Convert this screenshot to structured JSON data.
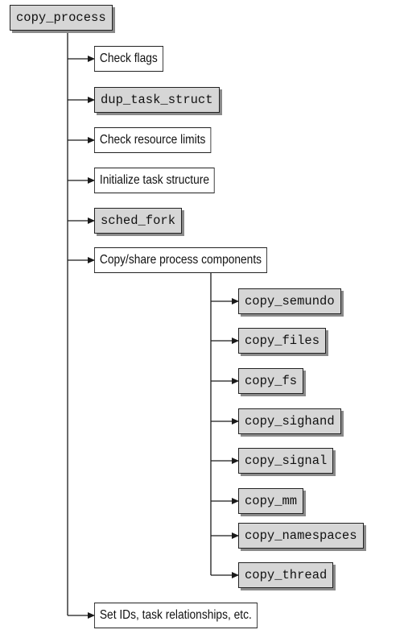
{
  "root": {
    "label": "copy_process"
  },
  "steps": [
    {
      "id": "check-flags",
      "label": "Check flags",
      "kind": "text"
    },
    {
      "id": "dup-task-struct",
      "label": "dup_task_struct",
      "kind": "code"
    },
    {
      "id": "check-resource-limits",
      "label": "Check resource limits",
      "kind": "text"
    },
    {
      "id": "initialize-task-structure",
      "label": "Initialize task structure",
      "kind": "text"
    },
    {
      "id": "sched-fork",
      "label": "sched_fork",
      "kind": "code"
    },
    {
      "id": "copy-share-process-components",
      "label": "Copy/share process components",
      "kind": "text"
    },
    {
      "id": "set-ids",
      "label": "Set IDs, task relationships, etc.",
      "kind": "text"
    }
  ],
  "sub_steps": [
    {
      "id": "copy-semundo",
      "label": "copy_semundo"
    },
    {
      "id": "copy-files",
      "label": "copy_files"
    },
    {
      "id": "copy-fs",
      "label": "copy_fs"
    },
    {
      "id": "copy-sighand",
      "label": "copy_sighand"
    },
    {
      "id": "copy-signal",
      "label": "copy_signal"
    },
    {
      "id": "copy-mm",
      "label": "copy_mm"
    },
    {
      "id": "copy-namespaces",
      "label": "copy_namespaces"
    },
    {
      "id": "copy-thread",
      "label": "copy_thread"
    }
  ],
  "colors": {
    "line": "#1a1a1a",
    "code_box_fill": "#d6d6d6",
    "code_box_shadow": "#8a8a8a",
    "text_box_fill": "#ffffff"
  }
}
